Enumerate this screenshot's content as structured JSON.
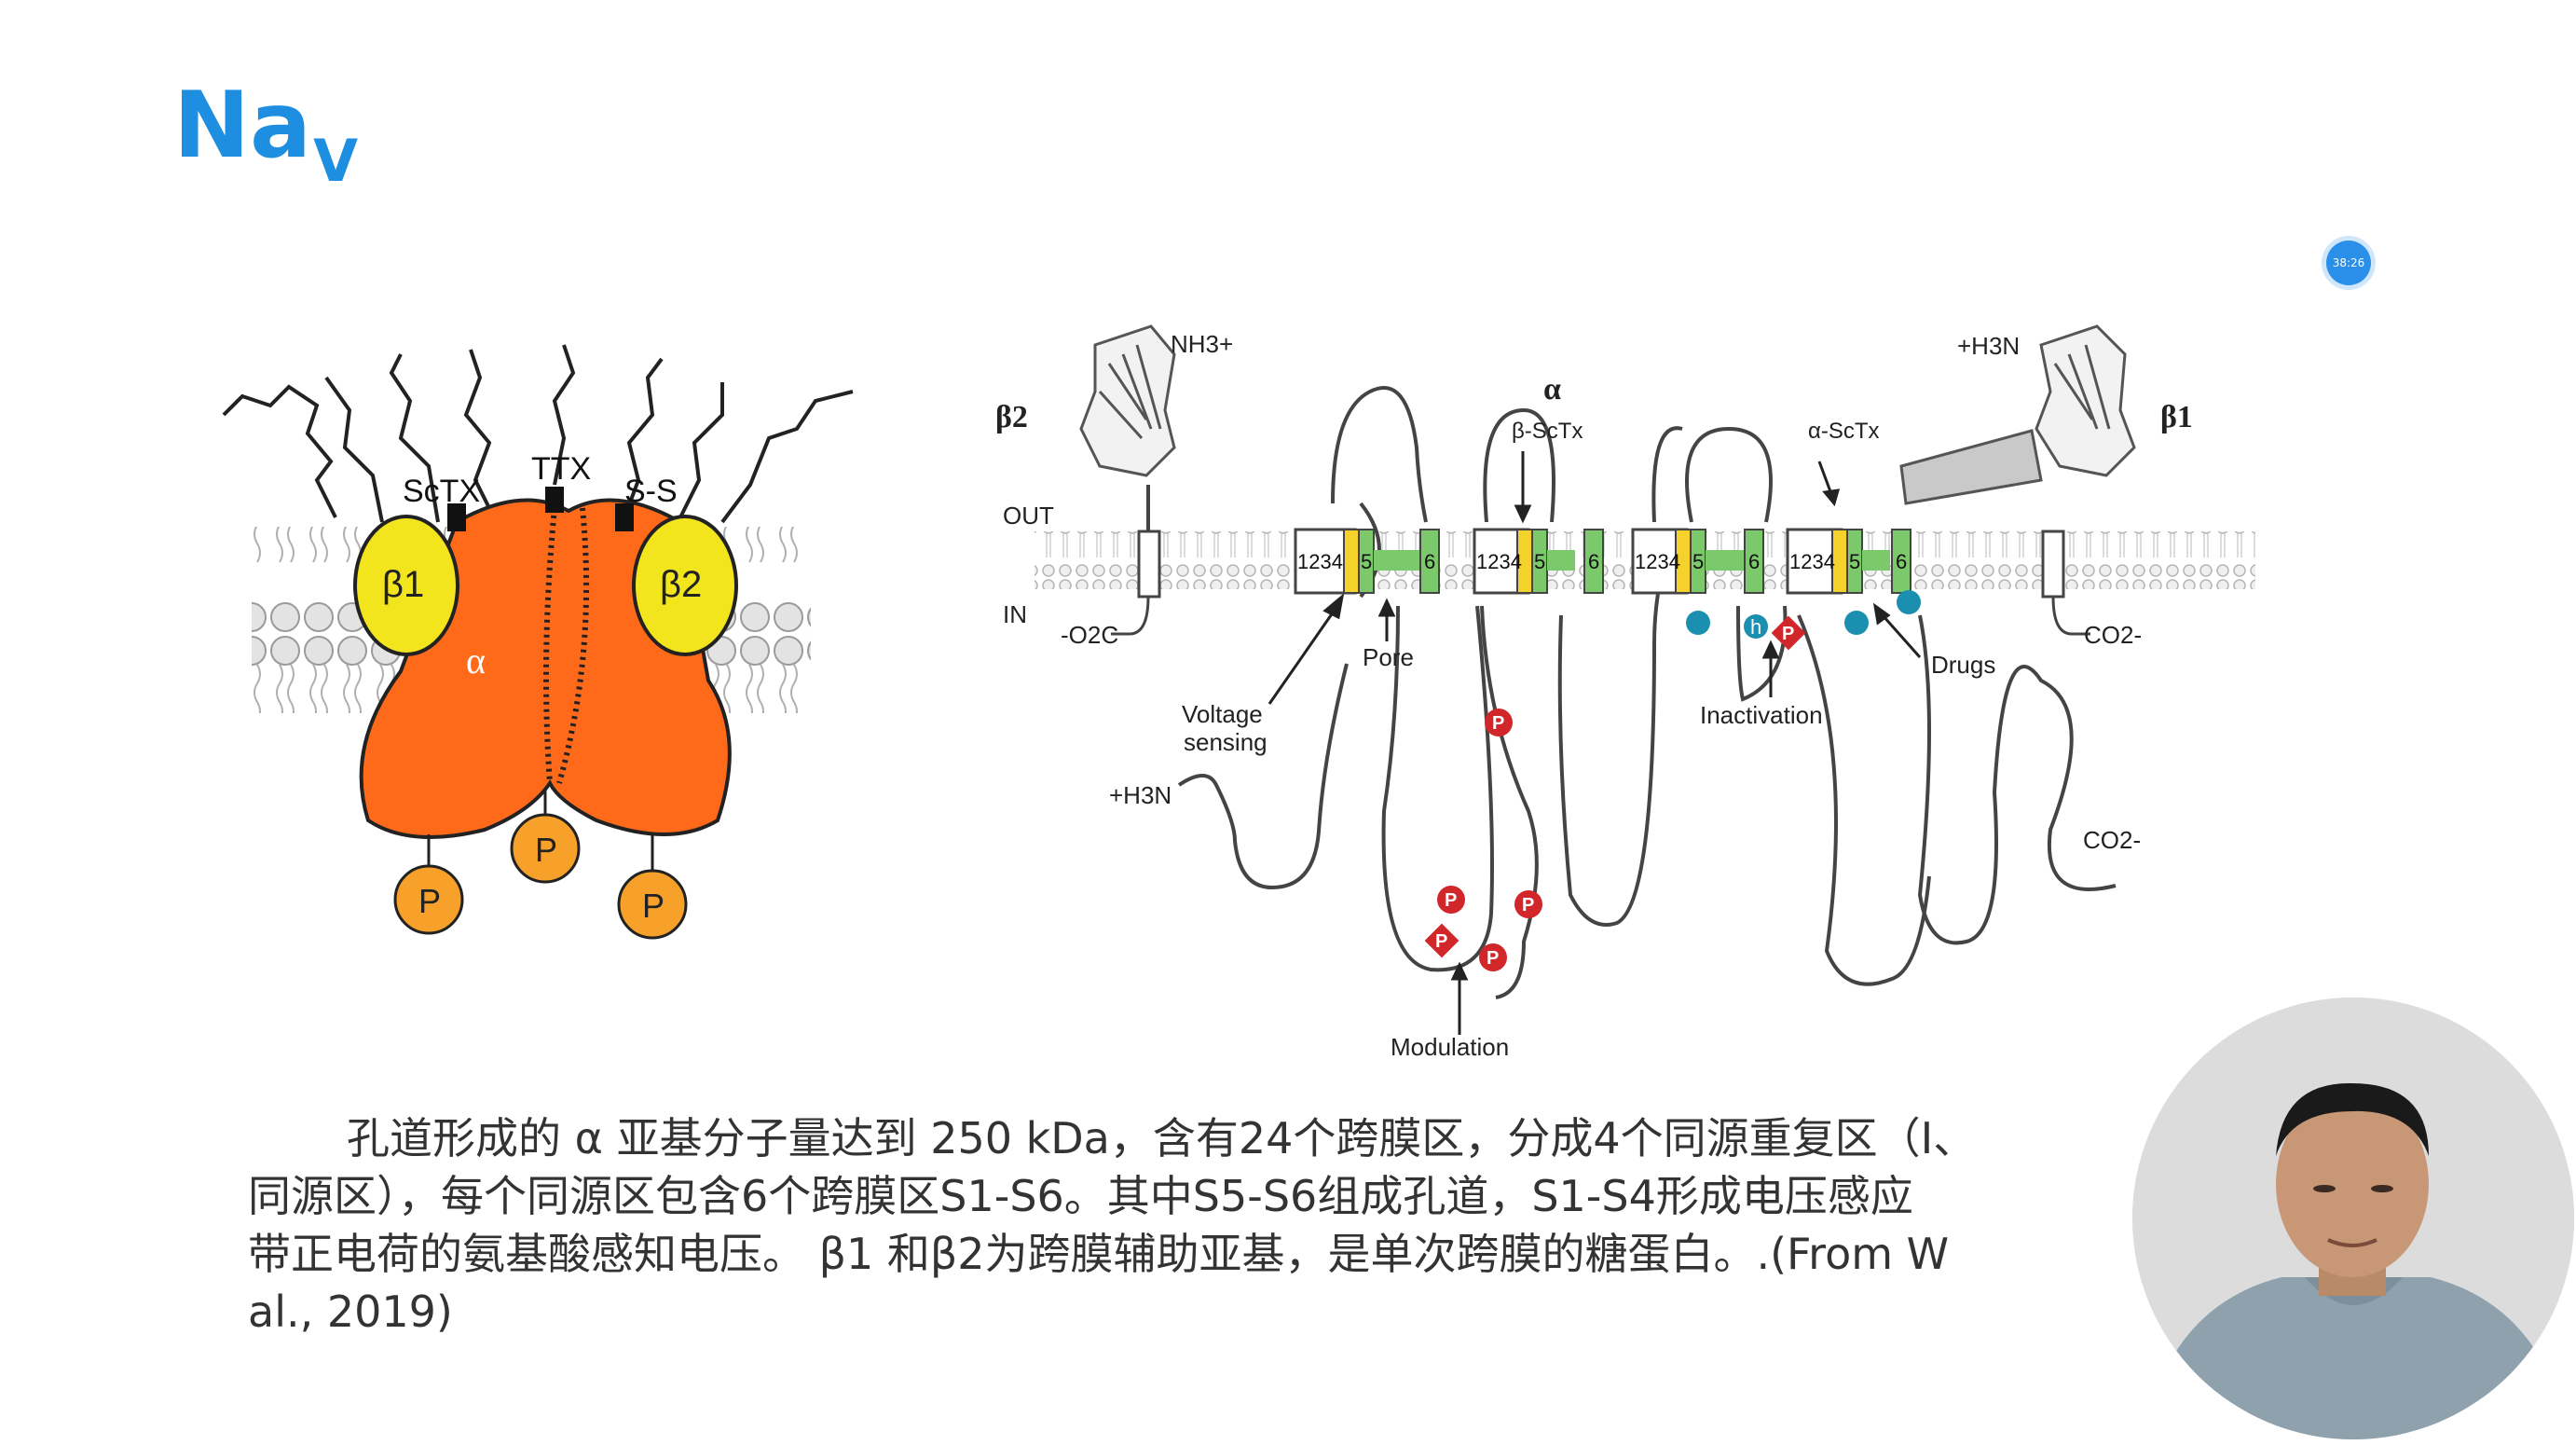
{
  "slide": {
    "title_main": "Na",
    "title_sub": "V",
    "timer": "38:26"
  },
  "left_figure": {
    "labels": {
      "sctx": "ScTX",
      "ttx": "TTX",
      "ss": "S-S",
      "beta1": "β1",
      "beta2": "β2",
      "alpha": "α",
      "phospho": "P"
    },
    "colors": {
      "alpha": "#ff6a1a",
      "beta": "#f2e51d",
      "phospho": "#f7a02a"
    }
  },
  "right_figure": {
    "labels": {
      "alpha": "α",
      "beta2": "β2",
      "beta1": "β1",
      "nh3_top": "NH3+",
      "h3n_top": "+H3N",
      "out": "OUT",
      "in": "IN",
      "o2c": "-O2C",
      "co2_right": "CO2-",
      "co2_bottom": "CO2-",
      "h3n_left": "+H3N",
      "beta_sctx": "β-ScTx",
      "alpha_sctx": "α-ScTx",
      "voltage_sensing_1": "Voltage",
      "voltage_sensing_2": "sensing",
      "pore": "Pore",
      "drugs": "Drugs",
      "inactivation": "Inactivation",
      "modulation": "Modulation",
      "h": "h",
      "p": "P",
      "seg_1234": "1234",
      "seg_5": "5",
      "seg_6": "6"
    },
    "colors": {
      "s4": "#f4d22b",
      "s56": "#7cc96b",
      "phos": "#d1262a",
      "hmark": "#1b8fb0"
    }
  },
  "caption": {
    "line1": "孔道形成的 α 亚基分子量达到 250 kDa，含有24个跨膜区，分成4个同源重复区（I、",
    "line2": "同源区），每个同源区包含6个跨膜区S1-S6。其中S5-S6组成孔道，S1-S4形成电压感应",
    "line3": "带正电荷的氨基酸感知电压。 β1 和β2为跨膜辅助亚基，是单次跨膜的糖蛋白。.(From W",
    "line4": "al., 2019)"
  }
}
